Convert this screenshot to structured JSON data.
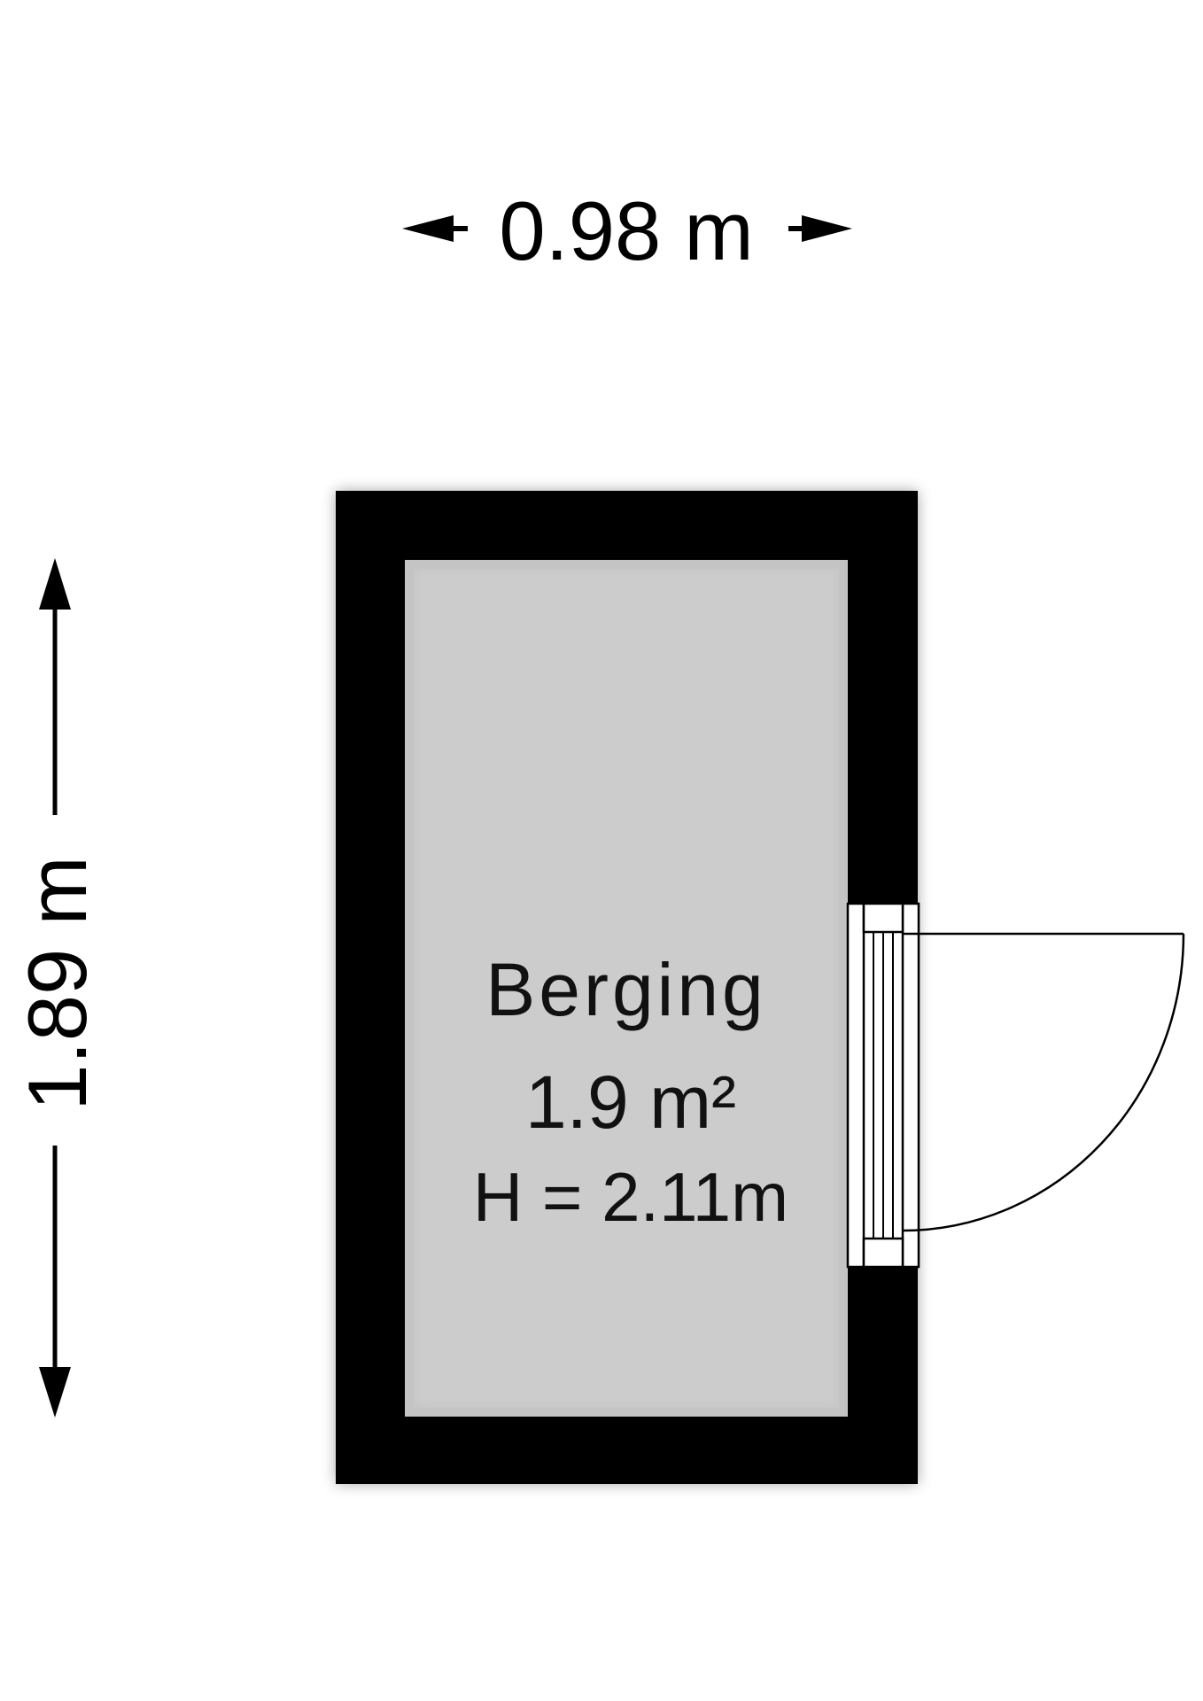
{
  "floorplan": {
    "width_dimension": "0.98 m",
    "height_dimension": "1.89 m",
    "room": {
      "name": "Berging",
      "area": "1.9 m²",
      "height": "H = 2.11m"
    }
  },
  "colors": {
    "wall": "#000000",
    "floor": "#cccccc",
    "door_line": "#000000",
    "background": "#ffffff"
  }
}
